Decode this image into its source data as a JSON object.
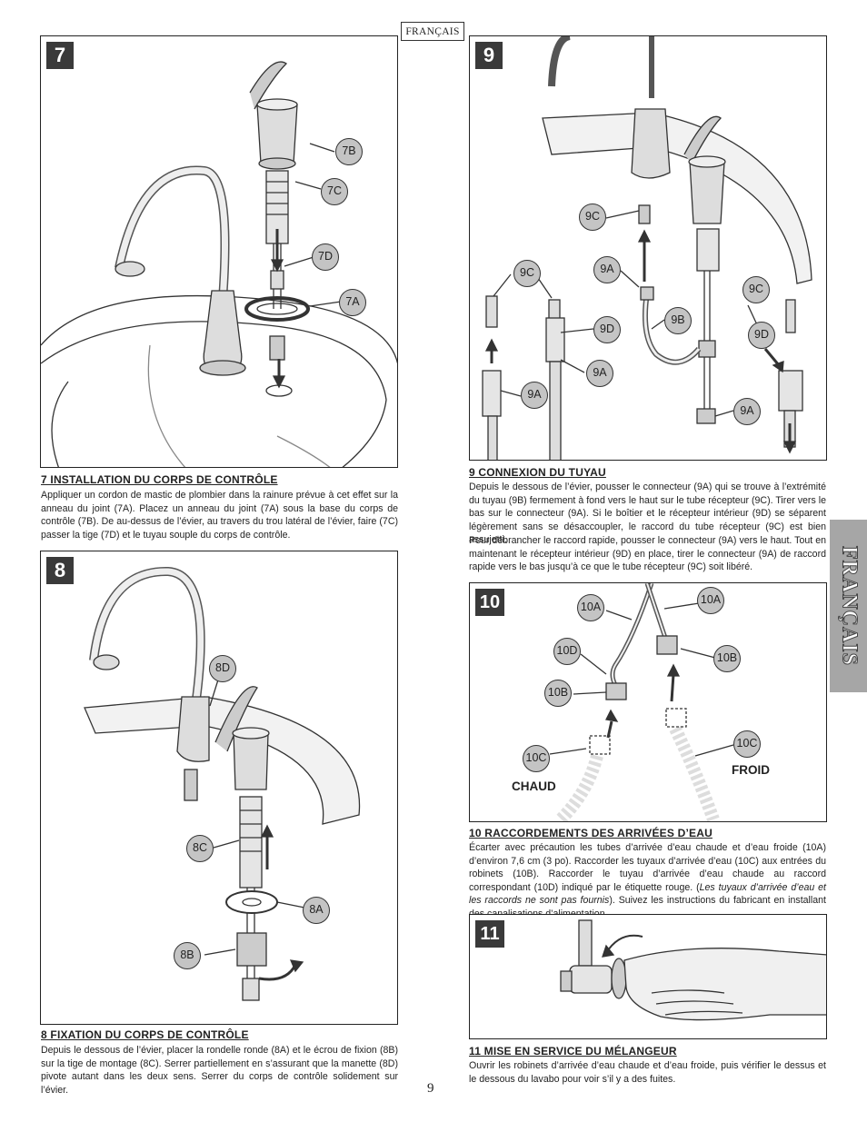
{
  "header": {
    "language_tag": "FRANÇAIS"
  },
  "side_tab": {
    "label": "FRANÇAIS"
  },
  "page_number": "9",
  "steps": {
    "s7": {
      "number": "7",
      "callouts": [
        "7B",
        "7C",
        "7D",
        "7A"
      ],
      "title": "7  INSTALLATION DU CORPS DE CONTRÔLE",
      "text": "Appliquer un cordon de mastic de plombier dans la rainure prévue à cet effet sur la anneau du joint (7A). Placez un anneau du joint (7A) sous la base du corps de contrôle (7B). De au-dessus de l’évier, au travers du trou latéral de l’évier, faire (7C) passer la tige (7D) et le tuyau souple du corps de contrôle."
    },
    "s8": {
      "number": "8",
      "callouts": [
        "8D",
        "8C",
        "8A",
        "8B"
      ],
      "title": "8  FIXATION DU CORPS DE CONTRÔLE",
      "text": "Depuis le dessous de l’évier, placer la rondelle ronde (8A) et le  écrou de fixion (8B) sur la tige de montage (8C). Serrer partiellement en s’assurant que la manette (8D) pivote autant dans les deux sens. Serrer du corps de contrôle solidement sur l’évier."
    },
    "s9": {
      "number": "9",
      "callouts": [
        "9C",
        "9C",
        "9A",
        "9C",
        "9D",
        "9B",
        "9D",
        "9A",
        "9A",
        "9A"
      ],
      "title": "9  CONNEXION DU TUYAU",
      "text1": "Depuis le dessous de l’évier, pousser le connecteur (9A) qui se trouve à l’extrémité du tuyau (9B) fermement à fond vers le haut sur le tube récepteur (9C). Tirer vers le bas sur le connecteur (9A). Si le boîtier et le récepteur intérieur (9D) se séparent légèrement sans se désaccoupler, le raccord du tube récepteur (9C) est bien assujetti.",
      "text2": "Pour débrancher le raccord rapide, pousser le connecteur (9A) vers le haut. Tout en maintenant le récepteur intérieur (9D) en place, tirer le connecteur (9A) de raccord rapide vers le bas jusqu’à ce que le tube récepteur (9C) soit libéré."
    },
    "s10": {
      "number": "10",
      "callouts": [
        "10A",
        "10A",
        "10D",
        "10B",
        "10B",
        "10C",
        "10C"
      ],
      "label_hot": "CHAUD",
      "label_cold": "FROID",
      "title": "10  RACCORDEMENTS DES ARRIVÉES D’EAU",
      "text_a": "Écarter avec précaution les tubes d’arrivée d’eau chaude et d’eau froide (10A) d’environ 7,6 cm (3 po). Raccorder les tuyaux d’arrivée d’eau (10C) aux entrées du robinets (10B). Raccorder le tuyau d’arrivée d’eau chaude au raccord correspondant (10D) indiqué par le étiquette rouge. (",
      "text_em": "Les tuyaux d’arrivée d’eau et les raccords ne sont pas fournis",
      "text_b": "). Suivez les instructions du fabricant en installant des canalisations d’alimentation."
    },
    "s11": {
      "number": "11",
      "title": "11  MISE EN SERVICE DU MÉLANGEUR",
      "text": "Ouvrir les robinets d’arrivée d’eau chaude et d’eau froide, puis vérifier le dessus et le dessous du lavabo pour voir s’il y a des fuites."
    }
  }
}
